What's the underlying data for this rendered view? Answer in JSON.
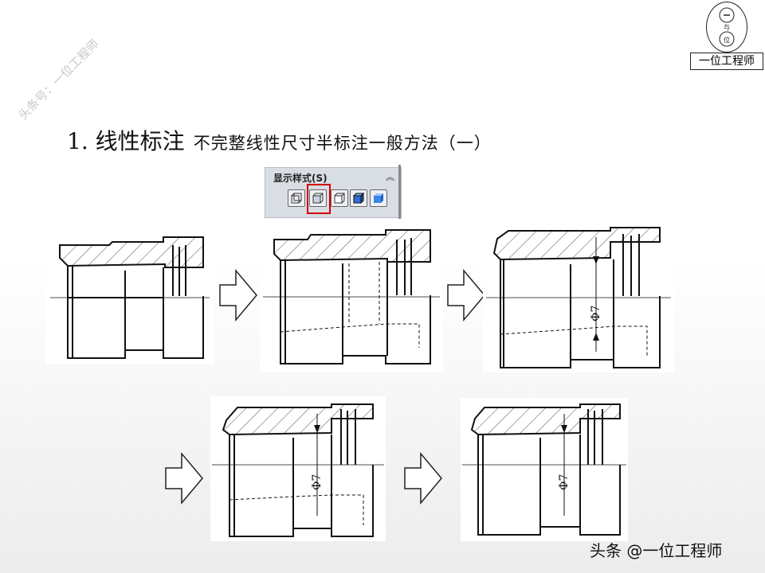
{
  "watermark": "头条号：一位工程师",
  "logo": {
    "box_label": "一位工程师",
    "circle_glyphs": [
      "一",
      "与",
      "位"
    ]
  },
  "title": {
    "main": "1. 线性标注",
    "sub": "不完整线性尺寸半标注一般方法（一）"
  },
  "toolbar": {
    "label": "显示样式(S)",
    "collapse_icon": "double-chevron-up-icon",
    "buttons": [
      "wireframe-icon",
      "hidden-lines-visible-icon",
      "hidden-lines-removed-icon",
      "shaded-with-edges-icon",
      "shaded-icon"
    ],
    "selected_index": 1,
    "selection_color": "#d40000"
  },
  "dimension_text": "Φ7",
  "footer": "头条 @一位工程师"
}
